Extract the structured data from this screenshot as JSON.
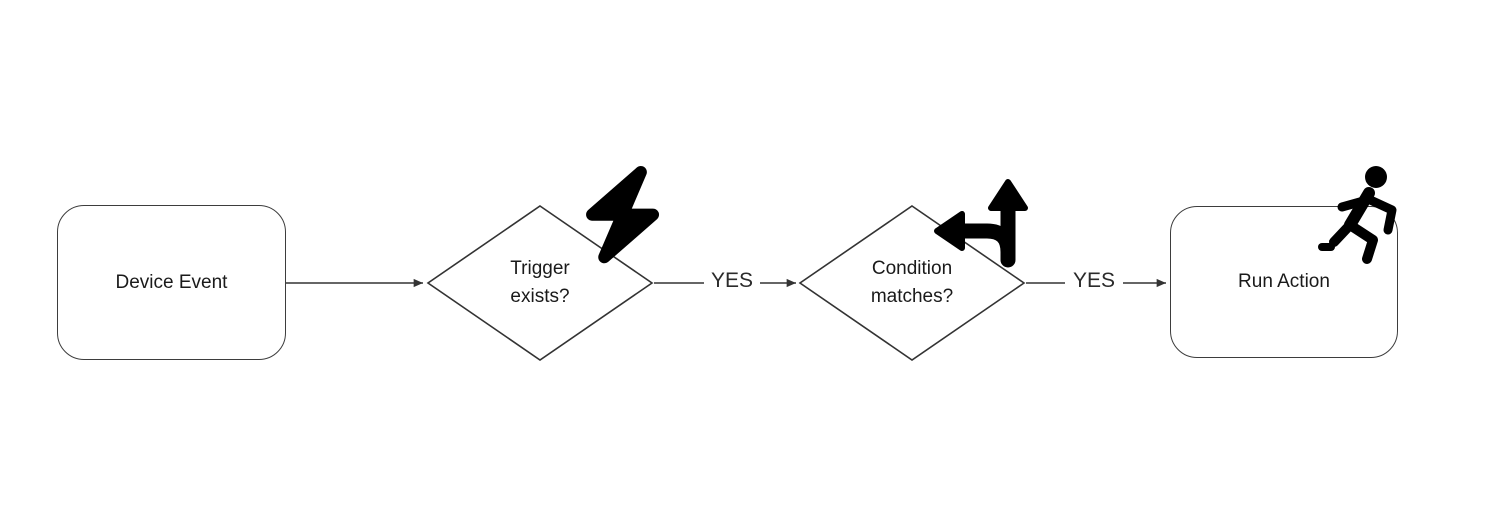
{
  "diagram": {
    "nodes": {
      "device_event": {
        "label": "Device Event",
        "shape": "rounded-rectangle"
      },
      "trigger_exists": {
        "label": "Trigger exists?",
        "shape": "diamond",
        "icon": "lightning-bolt-icon"
      },
      "condition_matches": {
        "label": "Condition matches?",
        "shape": "diamond",
        "icon": "arrows-split-up-left-icon"
      },
      "run_action": {
        "label": "Run Action",
        "shape": "rounded-rectangle",
        "icon": "person-running-icon"
      }
    },
    "edges": [
      {
        "from": "device_event",
        "to": "trigger_exists",
        "label": ""
      },
      {
        "from": "trigger_exists",
        "to": "condition_matches",
        "label": "YES"
      },
      {
        "from": "condition_matches",
        "to": "run_action",
        "label": "YES"
      }
    ],
    "colors": {
      "shape_stroke": "#333333",
      "shape_fill": "#ffffff",
      "text": "#1a1a1a",
      "icon": "#000000",
      "background": "#ffffff"
    }
  }
}
